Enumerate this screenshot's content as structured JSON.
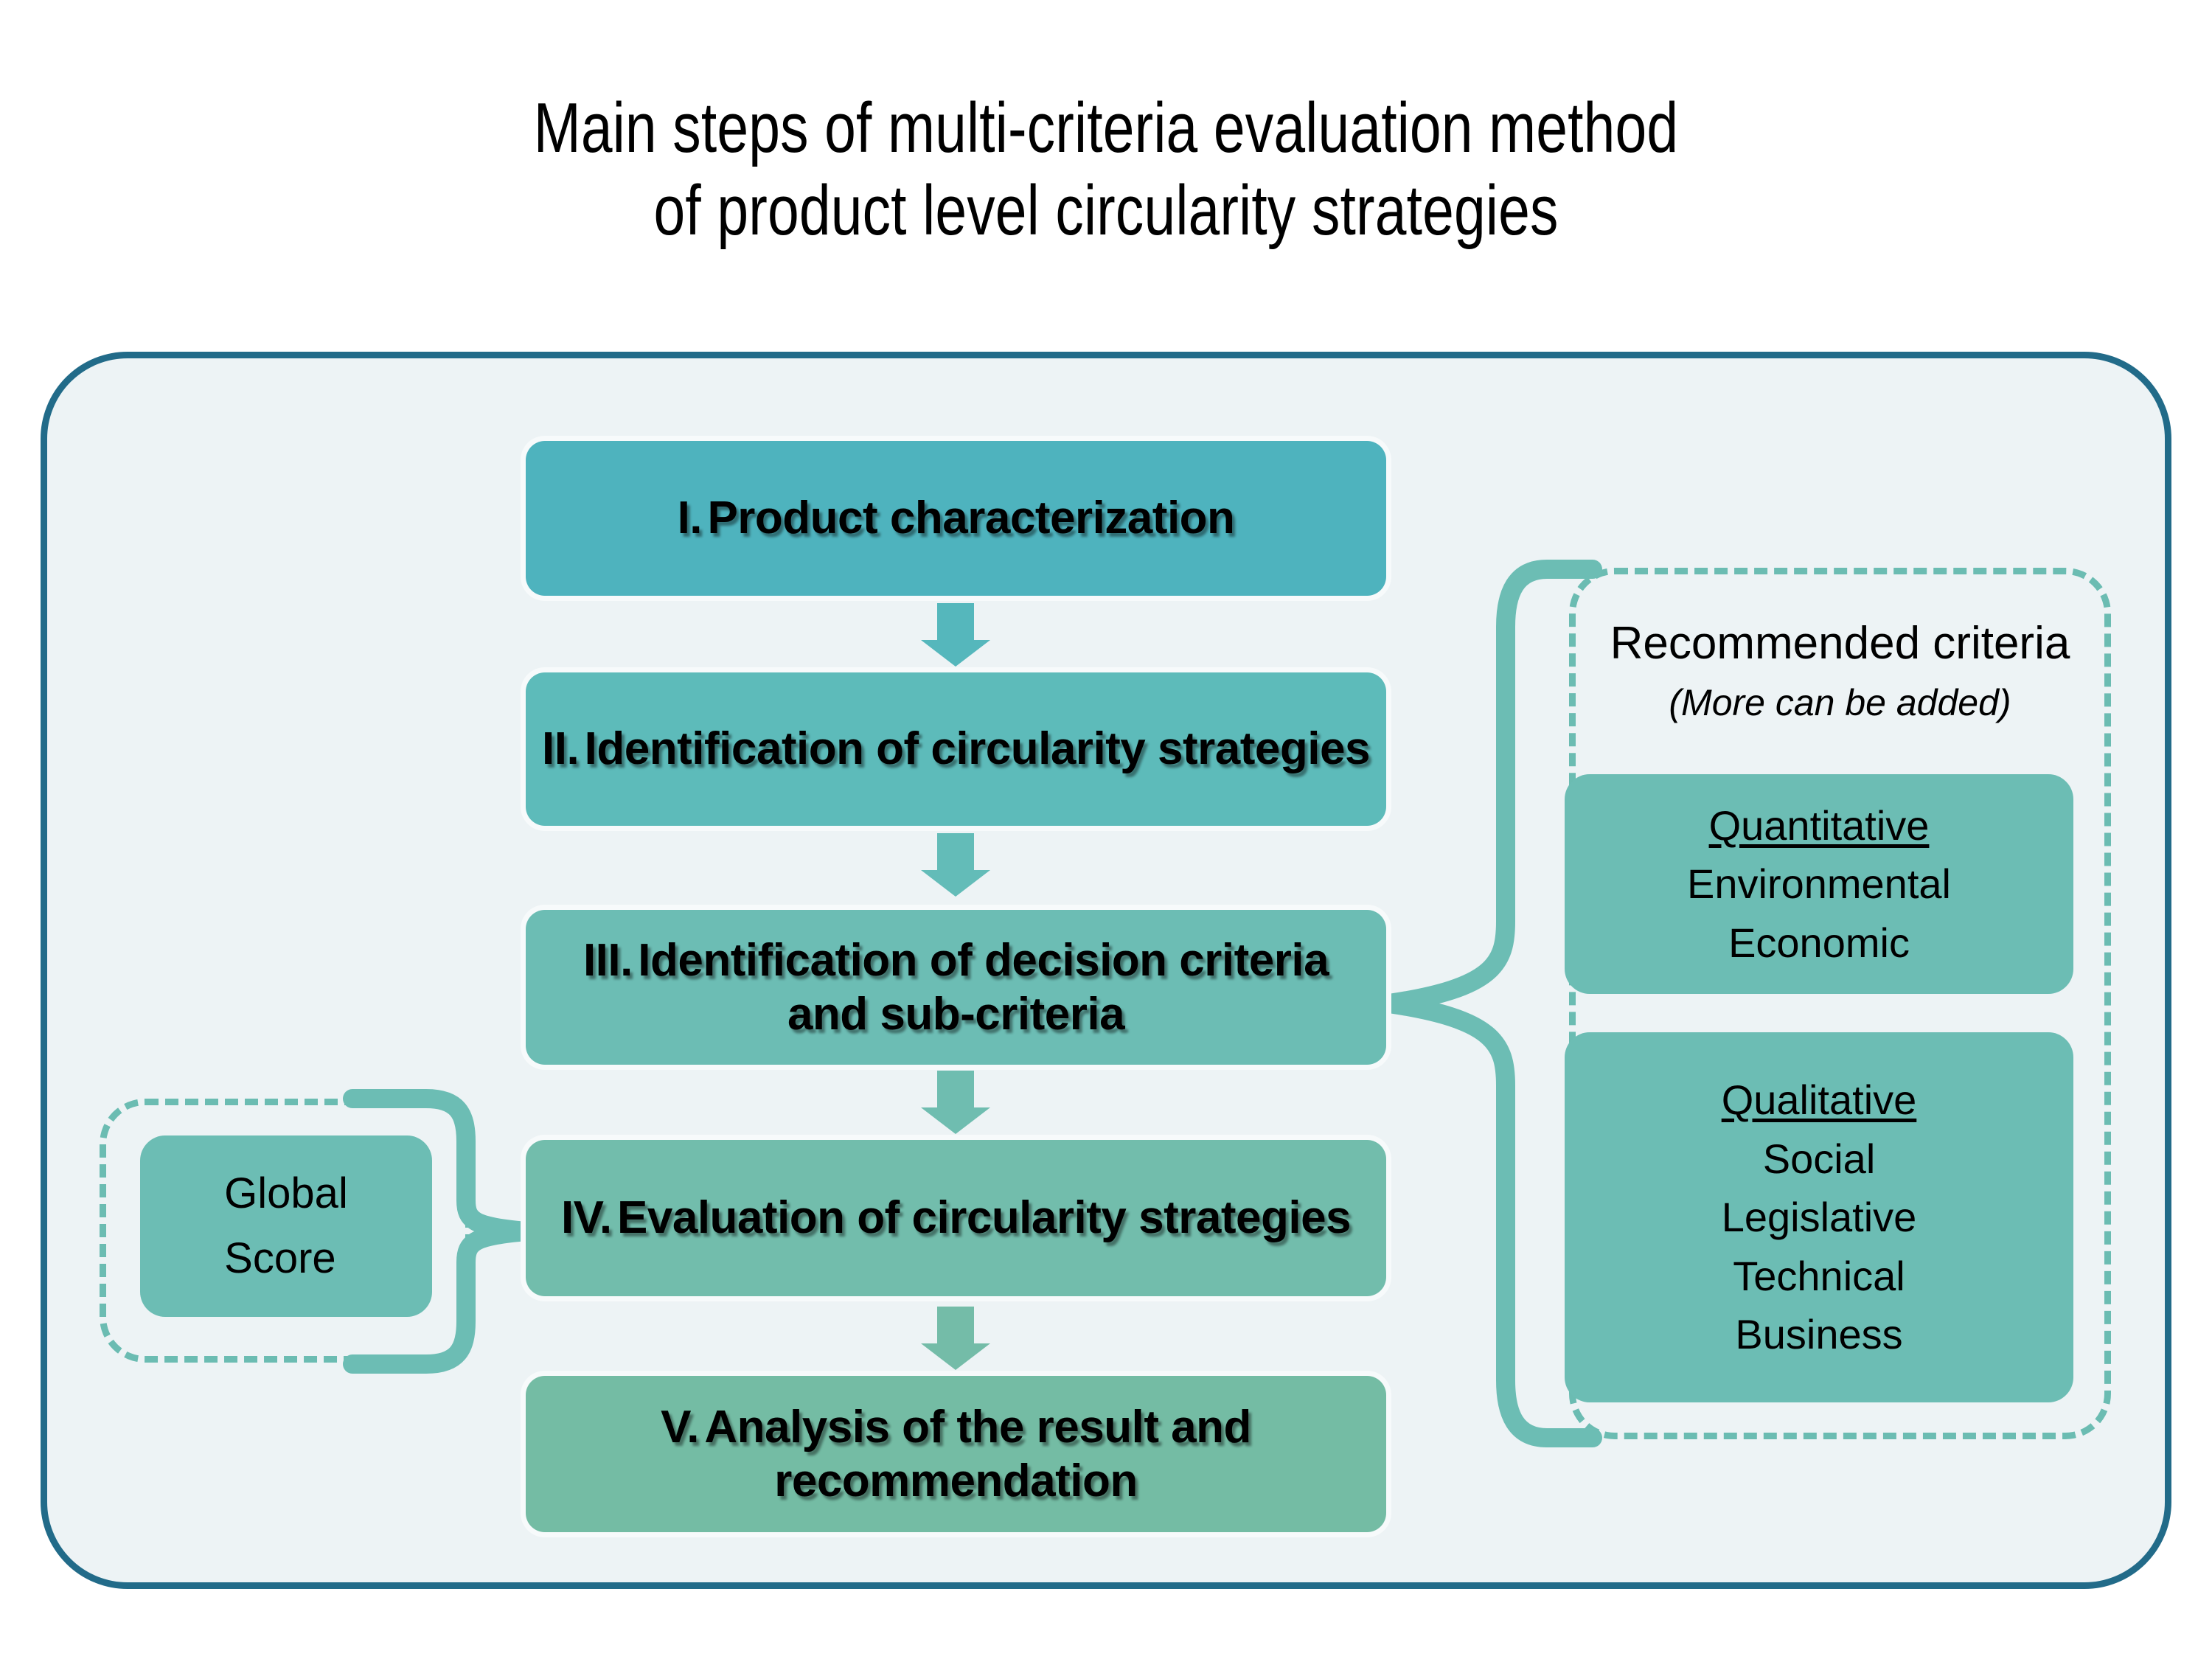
{
  "title": "Main steps of multi-criteria evaluation method\nof product level circularity strategies",
  "colors": {
    "container_border": "#226B89",
    "container_fill": "#EDF3F5",
    "step1": "#4EB3BE",
    "step2": "#5DBBBA",
    "step3": "#6CBDB4",
    "step4": "#72BDAC",
    "step5": "#74BCA4",
    "dashed_outline": "#6BBCB2",
    "brace": "#6CBDB4",
    "infobox_fill": "#6CBDB4",
    "text": "#000000"
  },
  "steps": [
    {
      "num": "I.",
      "label": "Product characterization"
    },
    {
      "num": "II.",
      "label": "Identification of circularity strategies"
    },
    {
      "num": "III.",
      "label": "Identification of decision criteria and sub-criteria"
    },
    {
      "num": "IV.",
      "label": "Evaluation of circularity strategies"
    },
    {
      "num": "V.",
      "label": "Analysis of the result and recommendation"
    }
  ],
  "right_panel": {
    "title": "Recommended criteria",
    "subtitle": "(More can be added)",
    "groups": [
      {
        "heading": "Quantitative",
        "items": [
          "Environmental",
          "Economic"
        ]
      },
      {
        "heading": "Qualitative",
        "items": [
          "Social",
          "Legislative",
          "Technical",
          "Business"
        ]
      }
    ]
  },
  "left_panel": {
    "box_label": "Global\nScore"
  }
}
